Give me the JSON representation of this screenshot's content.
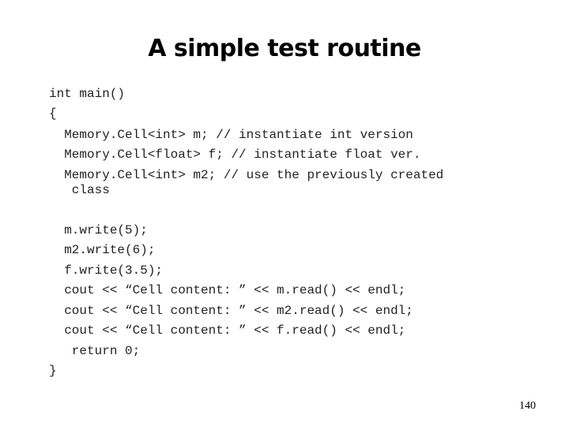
{
  "slide": {
    "title": "A simple test routine",
    "page_number": "140"
  },
  "code": {
    "lines": [
      "int main()",
      "{",
      "  Memory.Cell<int> m; // instantiate int version",
      "  Memory.Cell<float> f; // instantiate float ver.",
      "  Memory.Cell<int> m2; // use the previously created",
      "   class",
      "  m.write(5);",
      "  m2.write(6);",
      "  f.write(3.5);",
      "  cout << “Cell content: ” << m.read() << endl;",
      "  cout << “Cell content: ” << m2.read() << endl;",
      "  cout << “Cell content: ” << f.read() << endl;",
      "   return 0;",
      "}"
    ]
  }
}
